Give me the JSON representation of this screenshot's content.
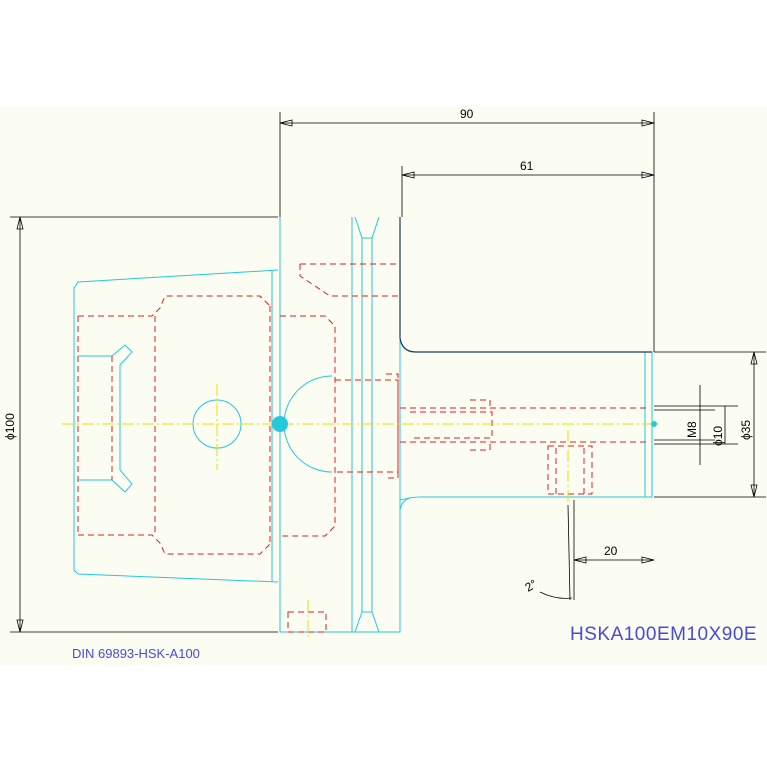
{
  "dimensions": {
    "overall_length": "90",
    "gauge_length": "61",
    "flange_diameter": "ϕ100",
    "shank_diameter": "ϕ35",
    "bore_diameter": "ϕ10",
    "thread": "M8",
    "length_20": "20",
    "angle": "2°"
  },
  "labels": {
    "standard": "DIN 69893-HSK-A100",
    "part_code": "HSKA100EM10X90E"
  },
  "colors": {
    "outline": "#25c8dc",
    "hidden_lines": "#e02020",
    "dimension_lines": "#000000",
    "center_lines": "#e8e000",
    "text": "#4a4ad8"
  }
}
